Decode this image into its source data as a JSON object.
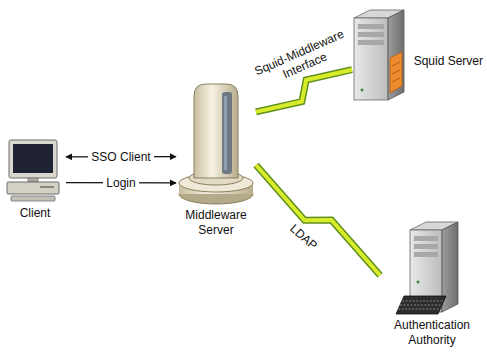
{
  "diagram": {
    "nodes": [
      {
        "text": [
          "Client"
        ]
      },
      {
        "text": [
          "Middleware Server"
        ]
      },
      {
        "text": [
          "Squid Server"
        ]
      },
      {
        "text": [
          "Authentication Authority"
        ]
      }
    ],
    "edges": [
      {
        "from": 0,
        "to": 1,
        "arrow": "both",
        "label": "SSO Client"
      },
      {
        "from": 0,
        "to": 1,
        "arrow": "to",
        "label": "Login"
      },
      {
        "from": 1,
        "to": 2,
        "arrow": "none",
        "label": "Squid-Middleware Interface"
      },
      {
        "from": 1,
        "to": 3,
        "arrow": "none",
        "label": "LDAP"
      }
    ]
  }
}
